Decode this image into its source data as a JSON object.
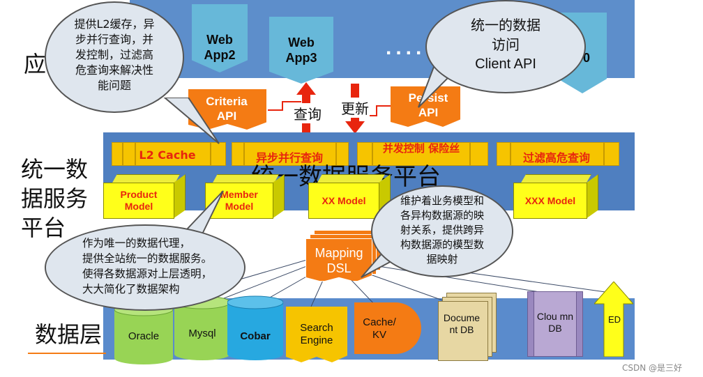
{
  "layers": {
    "app": "应",
    "service": "统一数据服务平台",
    "data": "数据层"
  },
  "webapps": [
    "Web App2",
    "Web App3",
    "......",
    "b 100"
  ],
  "apis": {
    "criteria": "Criteria API",
    "persist": "Persist API"
  },
  "arrows": {
    "query": "查询",
    "update": "更新"
  },
  "strips": [
    "L2 Cache",
    "异步并行查询",
    "并发控制 保险丝",
    "过滤高危查询"
  ],
  "platform_title": "统一数据服务平台",
  "models": [
    "Product Model",
    "Member Model",
    "XX Model",
    "XXX Model"
  ],
  "mapping": "Mapping DSL",
  "datasources": [
    {
      "name": "Oracle",
      "color": "#98d455"
    },
    {
      "name": "Mysql",
      "color": "#98d455"
    },
    {
      "name": "Cobar",
      "color": "#27a8e0"
    },
    {
      "name": "Search Engine",
      "color": "#f6c400"
    },
    {
      "name": "Cache/ KV",
      "color": "#f47b14"
    },
    {
      "name": "Docume nt DB",
      "color": "#e7d7a3"
    },
    {
      "name": "Clou mn DB",
      "color": "#b9a8d3"
    },
    {
      "name": "ED",
      "color": "#ffff1a"
    }
  ],
  "bubbles": {
    "l2": [
      "提供L2缓存，异",
      "步并行查询，并",
      "发控制，过滤高",
      "危查询来解决性",
      "能问题"
    ],
    "client": [
      "统一的数据",
      "访问",
      "Client API"
    ],
    "proxy": [
      "作为唯一的数据代理，",
      "提供全站统一的数据服务。",
      "使得各数据源对上层透明，",
      "大大简化了数据架构"
    ],
    "mapping": [
      "维护着业务模型和",
      "各异构数据源的映",
      "射关系，提供跨异",
      "构数据源的模型数",
      "据映射"
    ]
  },
  "watermark": "CSDN @是三好",
  "colors": {
    "band": "#5b87c5",
    "strip": "#f6c400",
    "cube": "#ffff1a",
    "orange": "#f47b14",
    "red_text": "#e8250e",
    "arrow": "#e8250e"
  }
}
